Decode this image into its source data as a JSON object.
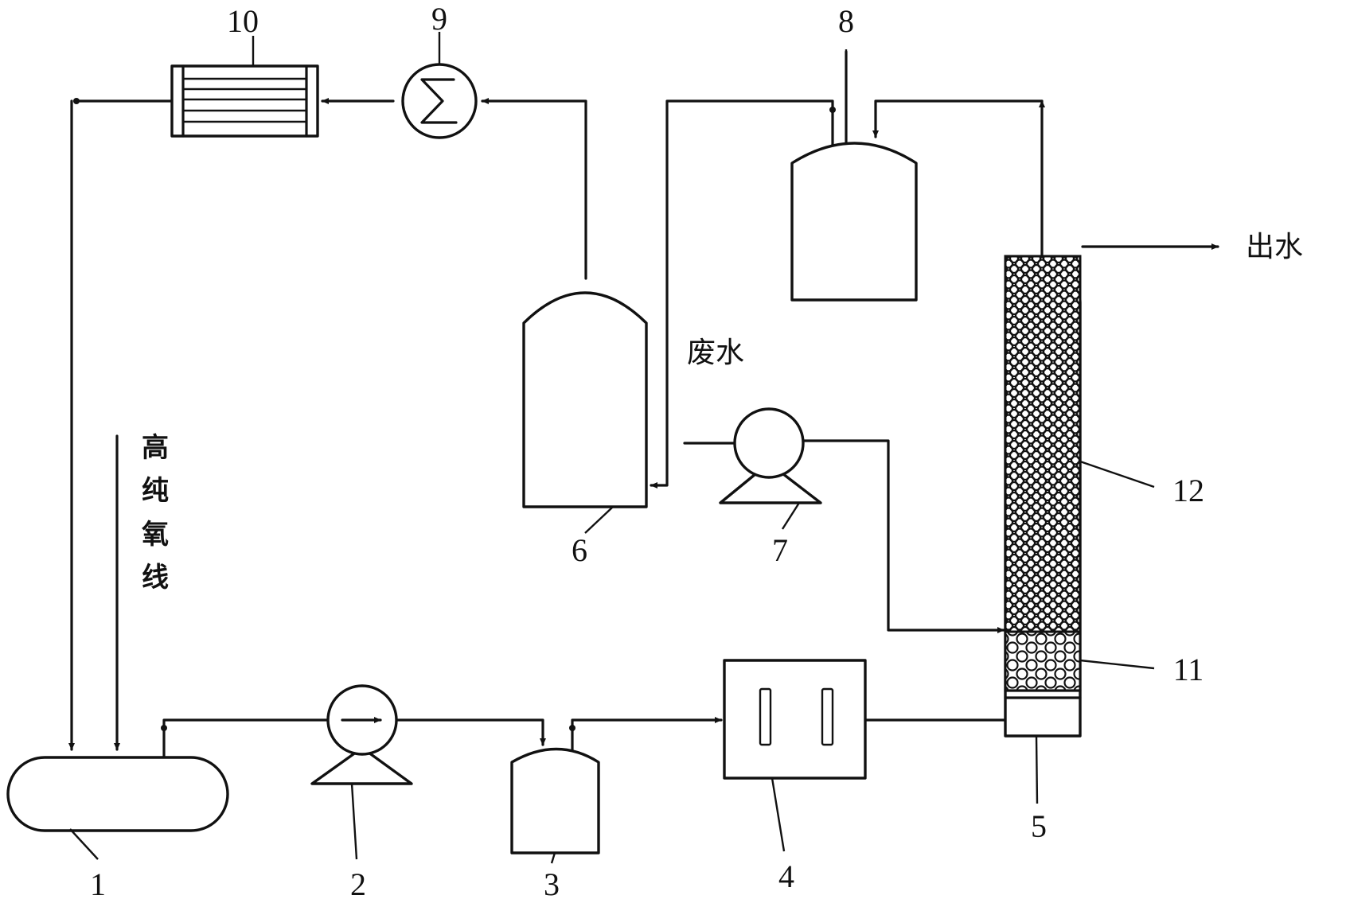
{
  "components": {
    "n1": "1",
    "n2": "2",
    "n3": "3",
    "n4": "4",
    "n5": "5",
    "n6": "6",
    "n7": "7",
    "n8": "8",
    "n9": "9",
    "n10": "10",
    "n11": "11",
    "n12": "12"
  },
  "labels": {
    "oxygen_line": [
      "高",
      "纯",
      "氧",
      "线"
    ],
    "wastewater": "废水",
    "effluent": "出水"
  },
  "icons": {
    "flowmeter_symbol": "sigma",
    "arrow": "arrow-head"
  }
}
